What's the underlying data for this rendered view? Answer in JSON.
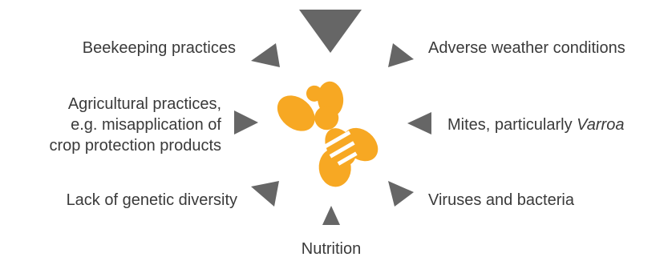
{
  "factors": {
    "beekeeping": "Beekeeping practices",
    "weather": "Adverse weather conditions",
    "agricultural": [
      "Agricultural practices,",
      "e.g. misapplication of",
      "crop protection products"
    ],
    "mites_prefix": "Mites, particularly ",
    "mites_italic": "Varroa",
    "genetic": "Lack of genetic diversity",
    "viruses": "Viruses and bacteria",
    "nutrition": "Nutrition"
  },
  "colors": {
    "arrow": "#666666",
    "bee": "#F7A823",
    "text": "#3a3a3a"
  },
  "icons": {
    "center": "bee-icon",
    "arrows": "triangle-arrow-icon"
  }
}
